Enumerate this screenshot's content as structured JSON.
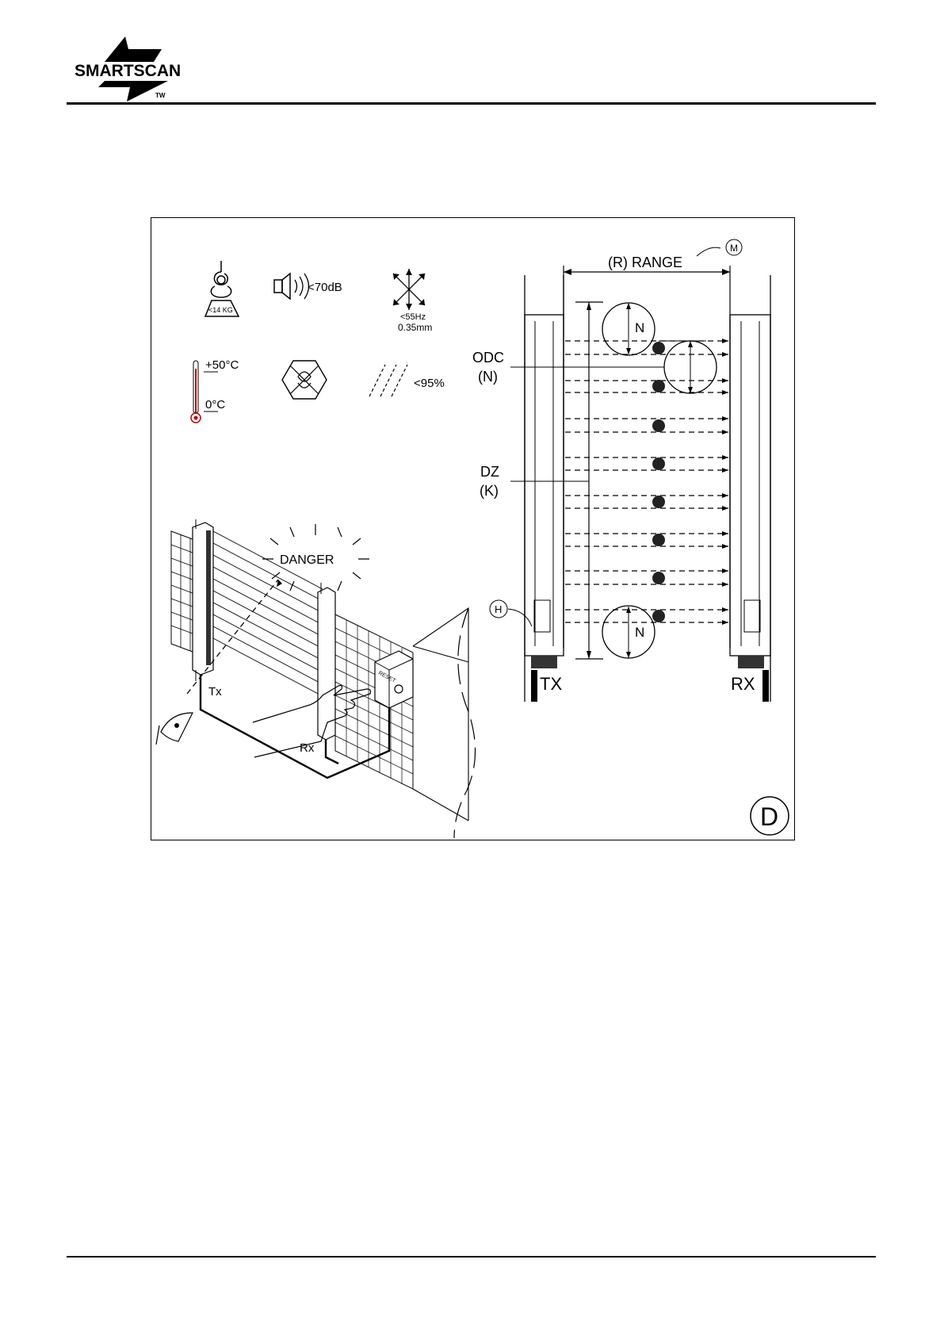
{
  "header": {
    "logo_text": "SMARTSCAN",
    "logo_mark": "TW"
  },
  "icons": {
    "weight": {
      "icon": "hook-weight-icon",
      "label": "<14 KG"
    },
    "noise": {
      "icon": "speaker-icon",
      "label": "<70dB"
    },
    "vibration": {
      "icon": "vibration-arrows-icon",
      "label_freq": "<55Hz",
      "label_amp": "0.35mm"
    },
    "temperature": {
      "icon": "thermometer-icon",
      "max": "+50°C",
      "min": "0°C"
    },
    "explosive": {
      "icon": "no-explosive-atmosphere-icon"
    },
    "humidity": {
      "icon": "humidity-icon",
      "label": "<95%"
    }
  },
  "scene": {
    "danger_label": "DANGER",
    "tx_label": "Tx",
    "rx_label": "Rx",
    "reset_label": "RESET"
  },
  "dimensions": {
    "range_label": "(R) RANGE",
    "m_marker": "M",
    "h_marker": "H",
    "odc_label": "ODC",
    "odc_sub": "(N)",
    "dz_label": "DZ",
    "dz_sub": "(K)",
    "n_label": "N",
    "tx_label": "TX",
    "rx_label": "RX"
  },
  "figure_letter": "D"
}
